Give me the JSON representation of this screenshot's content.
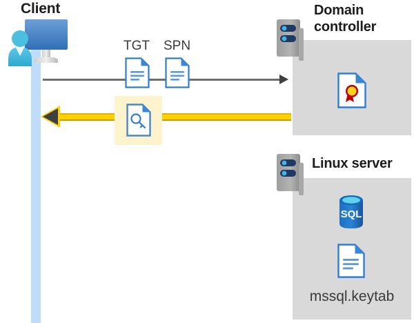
{
  "diagram": {
    "title_client": "Client",
    "title_domain_controller": "Domain\ncontroller",
    "title_domain_controller_line1": "Domain",
    "title_domain_controller_line2": "controller",
    "title_linux_server": "Linux server",
    "labels": {
      "tgt": "TGT",
      "spn": "SPN",
      "keytab_file": "mssql.keytab",
      "sql_badge": "SQL"
    },
    "icons": {
      "client": "workstation-user-icon",
      "domain_controller_server": "server-icon",
      "linux_server": "server-icon",
      "tgt_document": "document-icon",
      "spn_document": "document-icon",
      "key_document": "key-document-icon",
      "certificate": "certificate-document-icon",
      "sql_database": "sql-database-icon",
      "keytab_document": "document-icon"
    },
    "arrows": {
      "request": "request-arrow-to-domain-controller",
      "response": "response-arrow-to-client"
    },
    "colors": {
      "accent_blue": "#2f7dd1",
      "lifeline_blue": "#bfdcfb",
      "panel_gray": "#d9d9d9",
      "highlight_yellow": "#fdf3cd",
      "arrow_yellow": "#ffd100",
      "arrow_gray": "#6e6e6e",
      "title_text": "#1c1c1c"
    }
  }
}
